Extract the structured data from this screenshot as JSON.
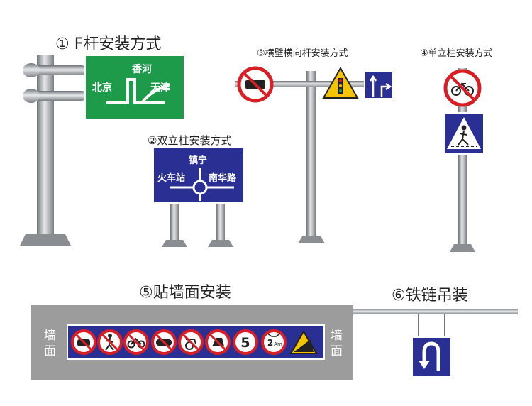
{
  "captions": {
    "c1": "① F杆安装方式",
    "c2": "②双立柱安装方式",
    "c3": "③横壁横向杆安装方式",
    "c4": "④单立柱安装方式",
    "c5": "⑤贴墙面安装",
    "c6": "⑥铁链吊装"
  },
  "sign1": {
    "top": "香河",
    "left": "北京",
    "right": "天津",
    "color": "#1e9a4b"
  },
  "sign2": {
    "top": "镇宁",
    "left": "火车站",
    "right": "南华路",
    "color": "#2a2f93"
  },
  "wall": {
    "left_label_1": "墙",
    "left_label_2": "面",
    "right_label_1": "墙",
    "right_label_2": "面",
    "speed": "5",
    "weight": "2",
    "weight_unit": "Am"
  },
  "colors": {
    "pole": "#a9acb0",
    "wall": "#9c9c9c",
    "blue": "#2a2f93",
    "red": "#d81f26"
  },
  "icons": [
    "no-truck-icon",
    "traffic-light-warning-icon",
    "lane-direction-icon",
    "no-bicycle-icon",
    "pedestrian-crossing-icon",
    "no-car-icon",
    "no-pedestrian-icon",
    "no-bicycle-icon",
    "no-motorcycle-icon",
    "no-animal-cart-icon",
    "no-tractor-icon",
    "speed-limit-icon",
    "width-limit-icon",
    "slope-warning-icon",
    "u-turn-icon"
  ]
}
